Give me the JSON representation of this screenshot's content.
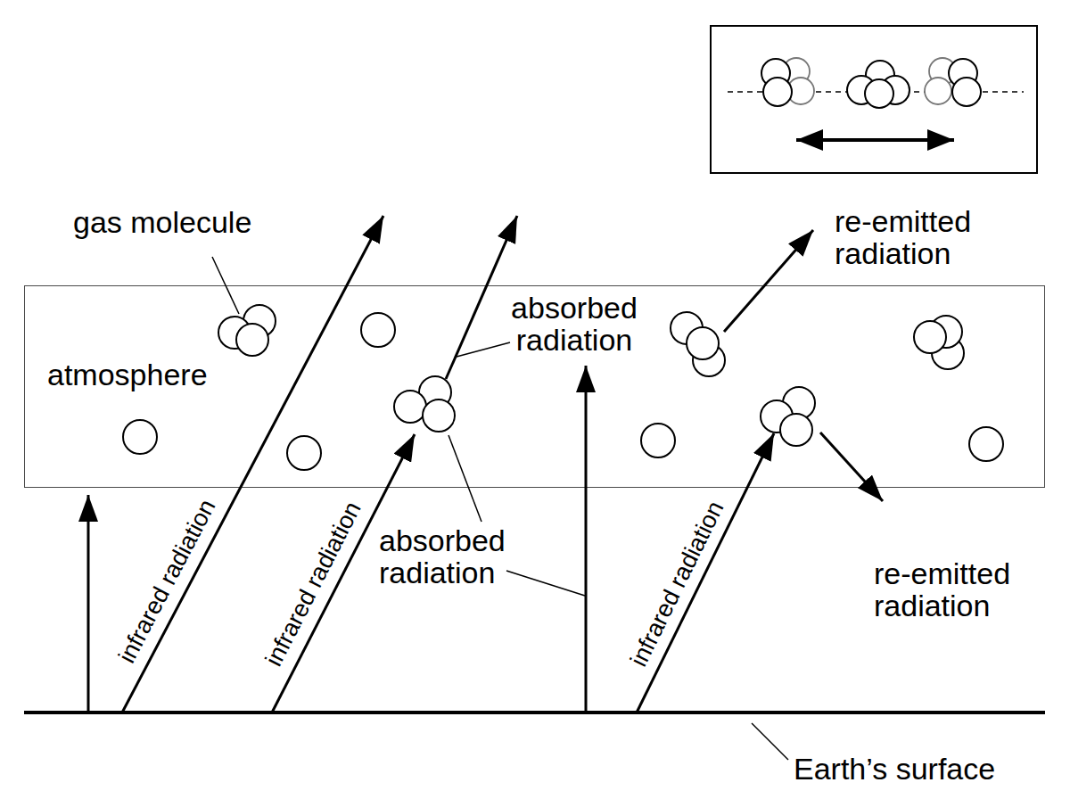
{
  "diagram": {
    "nodes": [
      {
        "text": [
          "atmosphere"
        ]
      }
    ],
    "labels": [
      "gas molecule",
      "absorbed radiation",
      "re-emitted radiation",
      "infrared radiation",
      "infrared radiation",
      "infrared radiation",
      "absorbed radiation",
      "re-emitted radiation",
      "Earth’s surface"
    ]
  }
}
